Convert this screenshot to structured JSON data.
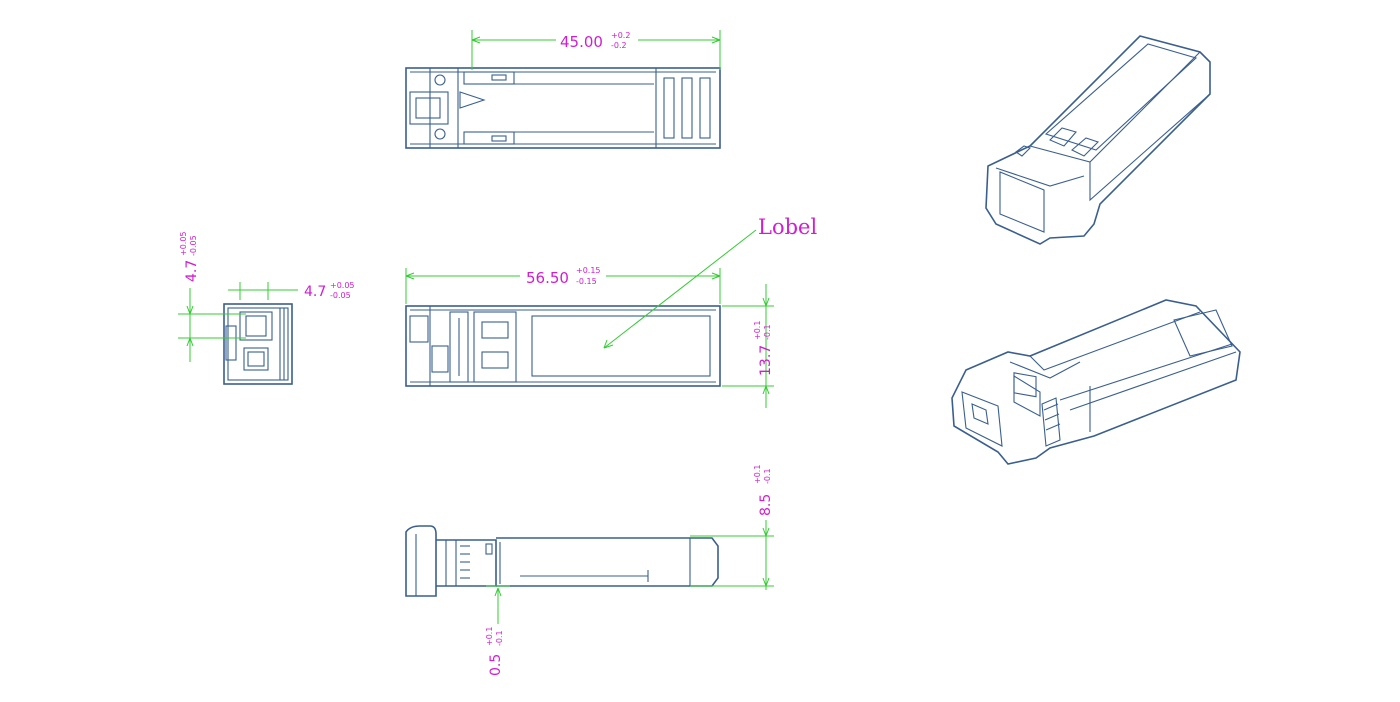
{
  "diagram": {
    "label_callout": "Lobel",
    "dimensions": {
      "top_length": {
        "value": "45.00",
        "tol_upper": "+0.2",
        "tol_lower": "-0.2"
      },
      "mid_length": {
        "value": "56.50",
        "tol_upper": "+0.15",
        "tol_lower": "-0.15"
      },
      "mid_height": {
        "value": "13.7",
        "tol_upper": "+0.1",
        "tol_lower": "-0.1"
      },
      "side_height": {
        "value": "8.5",
        "tol_upper": "+0.1",
        "tol_lower": "-0.1"
      },
      "side_step": {
        "value": "0.5",
        "tol_upper": "+0.1",
        "tol_lower": "-0.1"
      },
      "end_width": {
        "value": "4.7",
        "tol_upper": "+0.05",
        "tol_lower": "-0.05"
      },
      "end_height": {
        "value": "4.7",
        "tol_upper": "+0.05",
        "tol_lower": "-0.05"
      }
    },
    "colors": {
      "outline": "#3a5f8f",
      "dimension_line": "#33cc33",
      "dimension_text": "#d21cd2"
    }
  }
}
